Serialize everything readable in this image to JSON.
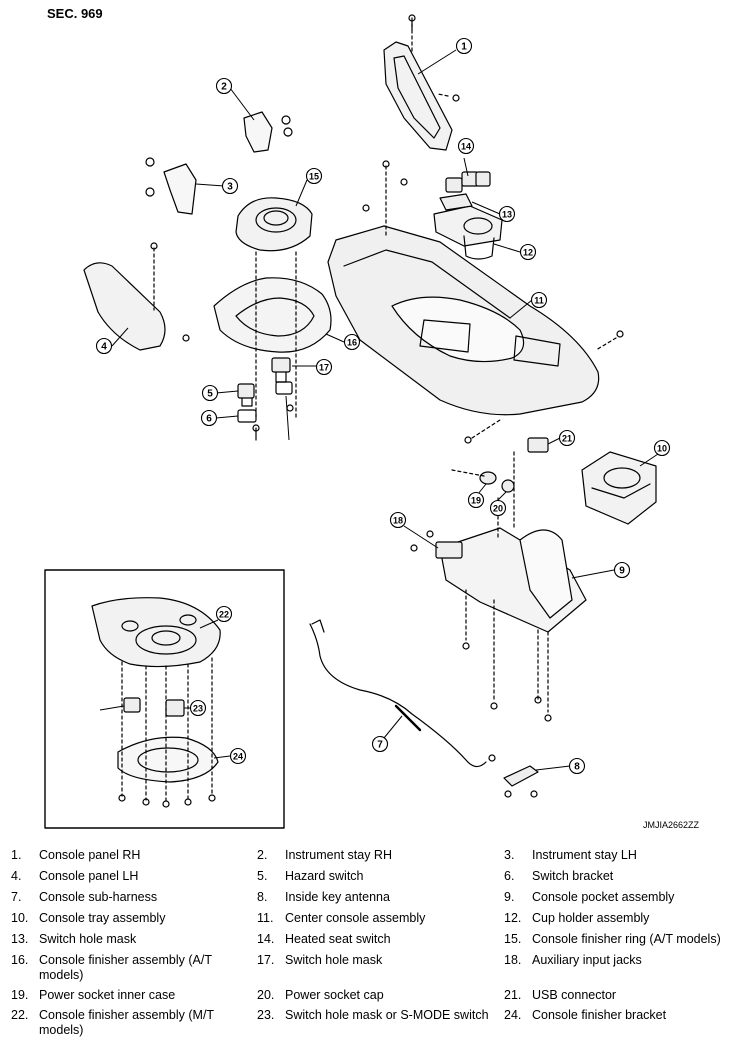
{
  "section": "SEC. 969",
  "figure_id": "JMJIA2662ZZ",
  "callouts": [
    "1",
    "2",
    "3",
    "4",
    "5",
    "6",
    "7",
    "8",
    "9",
    "10",
    "11",
    "12",
    "13",
    "14",
    "15",
    "16",
    "17",
    "18",
    "19",
    "20",
    "21",
    "22",
    "23",
    "24"
  ],
  "legend": [
    {
      "num": "1.",
      "text": "Console panel RH"
    },
    {
      "num": "2.",
      "text": "Instrument stay RH"
    },
    {
      "num": "3.",
      "text": "Instrument stay LH"
    },
    {
      "num": "4.",
      "text": "Console panel LH"
    },
    {
      "num": "5.",
      "text": "Hazard switch"
    },
    {
      "num": "6.",
      "text": "Switch bracket"
    },
    {
      "num": "7.",
      "text": "Console sub-harness"
    },
    {
      "num": "8.",
      "text": "Inside key antenna"
    },
    {
      "num": "9.",
      "text": "Console pocket assembly"
    },
    {
      "num": "10.",
      "text": "Console tray assembly"
    },
    {
      "num": "11.",
      "text": "Center console assembly"
    },
    {
      "num": "12.",
      "text": "Cup holder assembly"
    },
    {
      "num": "13.",
      "text": "Switch hole mask"
    },
    {
      "num": "14.",
      "text": "Heated seat switch"
    },
    {
      "num": "15.",
      "text": "Console finisher ring (A/T models)"
    },
    {
      "num": "16.",
      "text": "Console finisher assembly (A/T models)"
    },
    {
      "num": "17.",
      "text": "Switch hole mask"
    },
    {
      "num": "18.",
      "text": "Auxiliary input jacks"
    },
    {
      "num": "19.",
      "text": "Power socket inner case"
    },
    {
      "num": "20.",
      "text": "Power socket cap"
    },
    {
      "num": "21.",
      "text": "USB connector"
    },
    {
      "num": "22.",
      "text": "Console finisher assembly (M/T models)"
    },
    {
      "num": "23.",
      "text": "Switch hole mask or S-MODE switch"
    },
    {
      "num": "24.",
      "text": "Console finisher bracket"
    }
  ]
}
